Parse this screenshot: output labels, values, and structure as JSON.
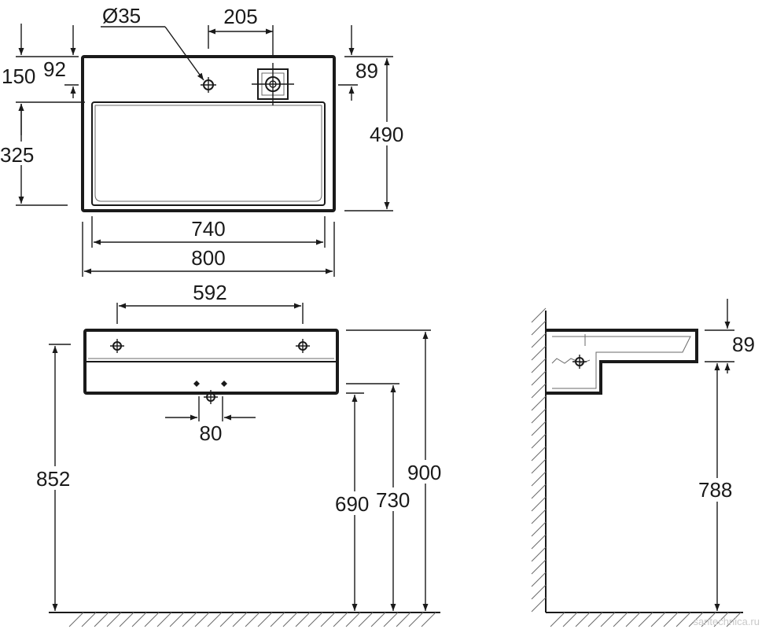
{
  "dimensions": {
    "top_view": {
      "hole_diameter": "Ø35",
      "offset_205": "205",
      "offset_92": "92",
      "offset_150": "150",
      "depth_325": "325",
      "rim_89": "89",
      "depth_490": "490",
      "bowl_width_740": "740",
      "overall_width_800": "800"
    },
    "front_view": {
      "bracket_spacing_592": "592",
      "waste_80": "80",
      "height_852": "852",
      "height_690": "690",
      "height_730": "730",
      "height_900": "900"
    },
    "side_view": {
      "rim_89": "89",
      "height_788": "788"
    }
  },
  "watermark": "santechnica.ru",
  "colors": {
    "line": "#1a1a1a",
    "hatch": "#555555",
    "watermark": "#c9c9c9"
  }
}
